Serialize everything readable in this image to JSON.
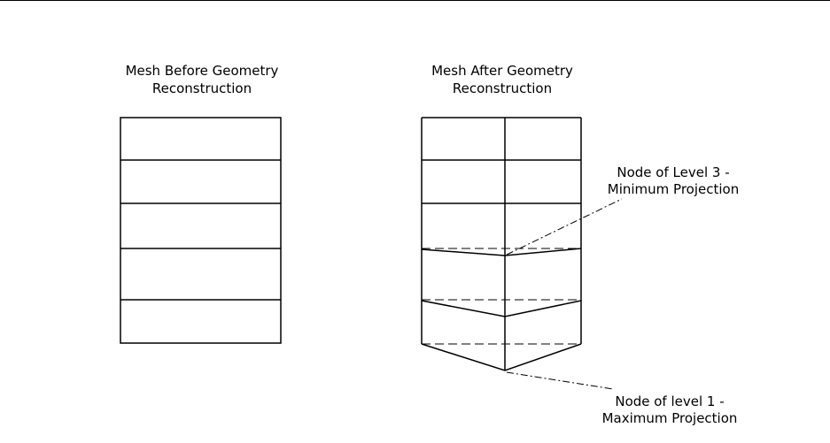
{
  "left_panel": {
    "title_line1": "Mesh Before Geometry",
    "title_line2": "Reconstruction"
  },
  "right_panel": {
    "title_line1": "Mesh After Geometry",
    "title_line2": "Reconstruction"
  },
  "annotations": {
    "level3_line1": "Node of Level 3 -",
    "level3_line2": "Minimum Projection",
    "level1_line1": "Node of level 1 -",
    "level1_line2": "Maximum Projection"
  }
}
